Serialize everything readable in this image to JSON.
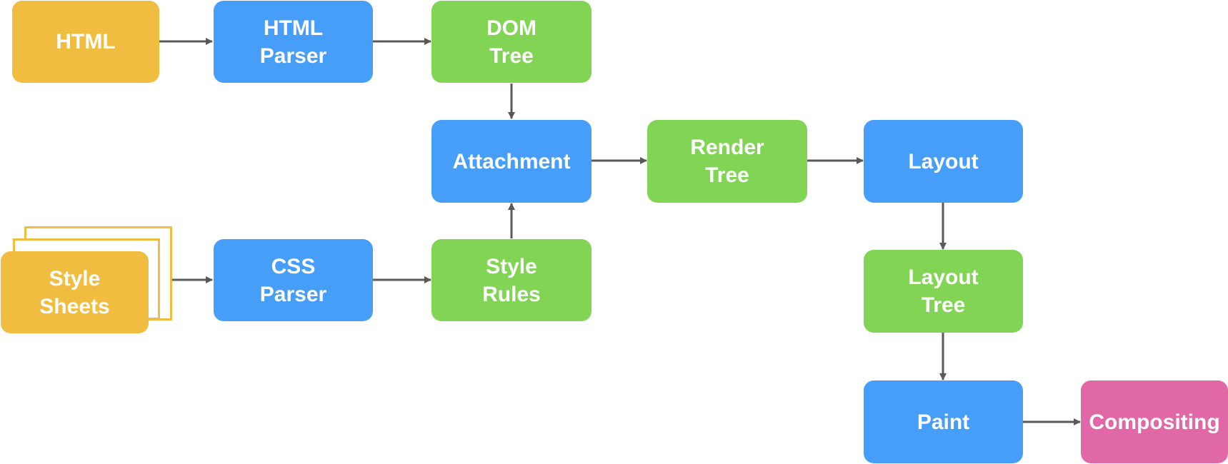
{
  "colors": {
    "source": "#f0bd40",
    "process": "#479ef9",
    "structure": "#82d554",
    "output": "#e068a6",
    "arrow": "#595959"
  },
  "nodes": {
    "html": "HTML",
    "html_parser": "HTML\nParser",
    "dom_tree": "DOM\nTree",
    "attachment": "Attachment",
    "render_tree": "Render\nTree",
    "layout": "Layout",
    "style_sheets": "Style\nSheets",
    "css_parser": "CSS\nParser",
    "style_rules": "Style\nRules",
    "layout_tree": "Layout\nTree",
    "paint": "Paint",
    "compositing": "Compositing"
  },
  "edges": [
    [
      "html",
      "html_parser"
    ],
    [
      "html_parser",
      "dom_tree"
    ],
    [
      "dom_tree",
      "attachment"
    ],
    [
      "style_sheets",
      "css_parser"
    ],
    [
      "css_parser",
      "style_rules"
    ],
    [
      "style_rules",
      "attachment"
    ],
    [
      "attachment",
      "render_tree"
    ],
    [
      "render_tree",
      "layout"
    ],
    [
      "layout",
      "layout_tree"
    ],
    [
      "layout_tree",
      "paint"
    ],
    [
      "paint",
      "compositing"
    ]
  ]
}
